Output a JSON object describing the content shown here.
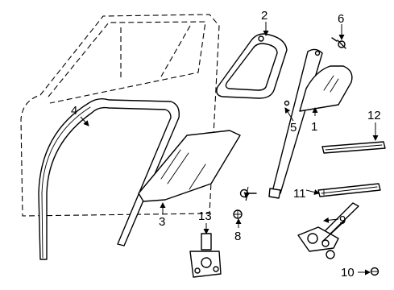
{
  "diagram": {
    "callouts": [
      {
        "id": "window-glass-fixed",
        "label": "1"
      },
      {
        "id": "glass-channel-frame",
        "label": "2"
      },
      {
        "id": "door-glass",
        "label": "3"
      },
      {
        "id": "run-channel",
        "label": "4"
      },
      {
        "id": "division-bar",
        "label": "5"
      },
      {
        "id": "screw-upper",
        "label": "6"
      },
      {
        "id": "bolt-glass",
        "label": "7"
      },
      {
        "id": "bolt-regulator",
        "label": "8"
      },
      {
        "id": "window-regulator",
        "label": "9"
      },
      {
        "id": "nut",
        "label": "10"
      },
      {
        "id": "belt-weatherstrip-inner",
        "label": "11"
      },
      {
        "id": "belt-weatherstrip-outer",
        "label": "12"
      },
      {
        "id": "regulator-motor",
        "label": "13"
      }
    ]
  }
}
